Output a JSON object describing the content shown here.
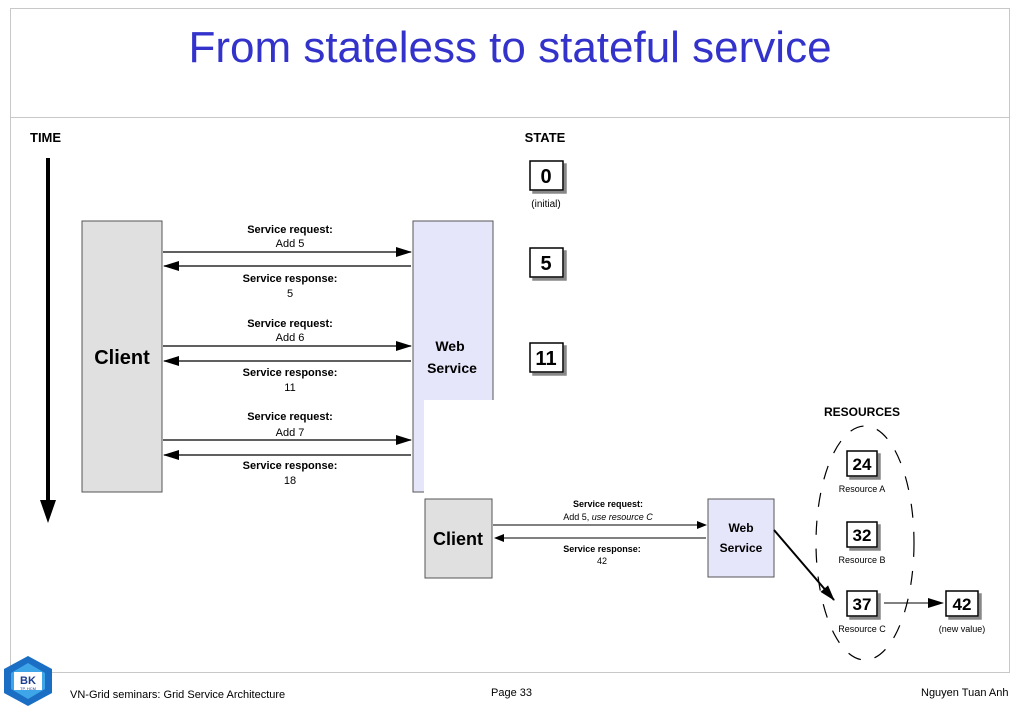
{
  "slide": {
    "title": "From stateless to stateful service"
  },
  "top_diagram": {
    "time_label": "TIME",
    "state_label": "STATE",
    "client_label": "Client",
    "service_label_line1": "Web",
    "service_label_line2": "Service",
    "states": [
      {
        "value": "0",
        "note": "(initial)"
      },
      {
        "value": "5",
        "note": ""
      },
      {
        "value": "11",
        "note": ""
      }
    ],
    "messages": [
      {
        "kind": "request",
        "title": "Service request:",
        "body": "Add 5"
      },
      {
        "kind": "response",
        "title": "Service response:",
        "body": "5"
      },
      {
        "kind": "request",
        "title": "Service request:",
        "body": "Add 6"
      },
      {
        "kind": "response",
        "title": "Service response:",
        "body": "11"
      },
      {
        "kind": "request",
        "title": "Service request:",
        "body": "Add 7"
      },
      {
        "kind": "response",
        "title": "Service response:",
        "body": "18"
      }
    ]
  },
  "bottom_diagram": {
    "resources_label": "RESOURCES",
    "client_label": "Client",
    "service_label_line1": "Web",
    "service_label_line2": "Service",
    "request_title": "Service request:",
    "request_body_plain": "Add 5, ",
    "request_body_italic": "use resource C",
    "response_title": "Service response:",
    "response_body": "42",
    "resources": [
      {
        "value": "24",
        "name": "Resource A"
      },
      {
        "value": "32",
        "name": "Resource B"
      },
      {
        "value": "37",
        "name": "Resource C"
      }
    ],
    "new_value": "42",
    "new_value_note": "(new value)"
  },
  "footer": {
    "left": "VN-Grid seminars: Grid Service Architecture",
    "center": "Page 33",
    "right": "Nguyen Tuan Anh",
    "logo_line1": "BK",
    "logo_line2": "TP. HCM"
  },
  "colors": {
    "title": "#3333cc",
    "client_fill": "#e0e0e0",
    "service_fill": "#e6e6fa"
  }
}
